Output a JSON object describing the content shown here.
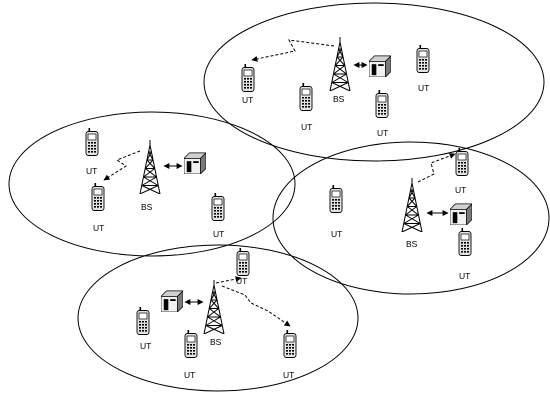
{
  "cells": [
    {
      "id": "top-right",
      "bs_label": "BS",
      "uts": [
        {
          "label": "UT"
        },
        {
          "label": "UT"
        },
        {
          "label": "UT"
        },
        {
          "label": "UT"
        }
      ]
    },
    {
      "id": "left",
      "bs_label": "BS",
      "uts": [
        {
          "label": "UT"
        },
        {
          "label": "UT"
        },
        {
          "label": "UT"
        }
      ]
    },
    {
      "id": "right",
      "bs_label": "BS",
      "uts": [
        {
          "label": "UT"
        },
        {
          "label": "UT"
        },
        {
          "label": "UT"
        }
      ]
    },
    {
      "id": "bottom",
      "bs_label": "BS",
      "uts": [
        {
          "label": "UT"
        },
        {
          "label": "UT"
        },
        {
          "label": "UT"
        },
        {
          "label": "UT"
        }
      ]
    }
  ]
}
